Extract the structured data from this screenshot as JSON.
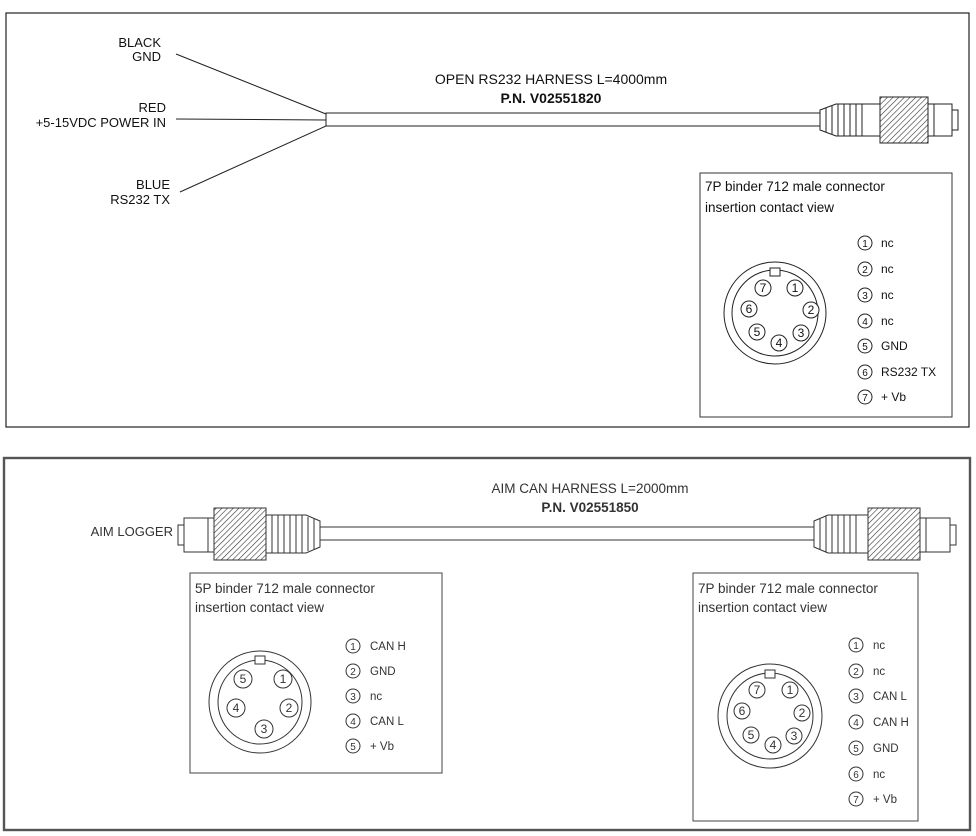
{
  "harness1": {
    "title": "OPEN RS232 HARNESS L=4000mm",
    "pn": "P.N. V02551820",
    "wires": [
      {
        "color": "BLACK",
        "signal": "GND"
      },
      {
        "color": "RED",
        "signal": "+5-15VDC POWER IN"
      },
      {
        "color": "BLUE",
        "signal": "RS232 TX"
      }
    ],
    "connector": {
      "title_line1": "7P binder 712 male connector",
      "title_line2": "insertion contact view",
      "pins": [
        {
          "num": "1",
          "label": "nc"
        },
        {
          "num": "2",
          "label": "nc"
        },
        {
          "num": "3",
          "label": "nc"
        },
        {
          "num": "4",
          "label": "nc"
        },
        {
          "num": "5",
          "label": "GND"
        },
        {
          "num": "6",
          "label": "RS232 TX"
        },
        {
          "num": "7",
          "label": "+ Vb"
        }
      ]
    }
  },
  "harness2": {
    "title": "AIM CAN HARNESS L=2000mm",
    "pn": "P.N. V02551850",
    "left_label": "AIM LOGGER",
    "left_connector": {
      "title_line1": "5P binder 712 male connector",
      "title_line2": "insertion contact view",
      "pins": [
        {
          "num": "1",
          "label": "CAN H"
        },
        {
          "num": "2",
          "label": "GND"
        },
        {
          "num": "3",
          "label": "nc"
        },
        {
          "num": "4",
          "label": "CAN L"
        },
        {
          "num": "5",
          "label": "+ Vb"
        }
      ]
    },
    "right_connector": {
      "title_line1": "7P binder 712 male connector",
      "title_line2": "insertion contact view",
      "pins": [
        {
          "num": "1",
          "label": "nc"
        },
        {
          "num": "2",
          "label": "nc"
        },
        {
          "num": "3",
          "label": "CAN L"
        },
        {
          "num": "4",
          "label": "CAN H"
        },
        {
          "num": "5",
          "label": "GND"
        },
        {
          "num": "6",
          "label": "nc"
        },
        {
          "num": "7",
          "label": "+ Vb"
        }
      ]
    }
  }
}
